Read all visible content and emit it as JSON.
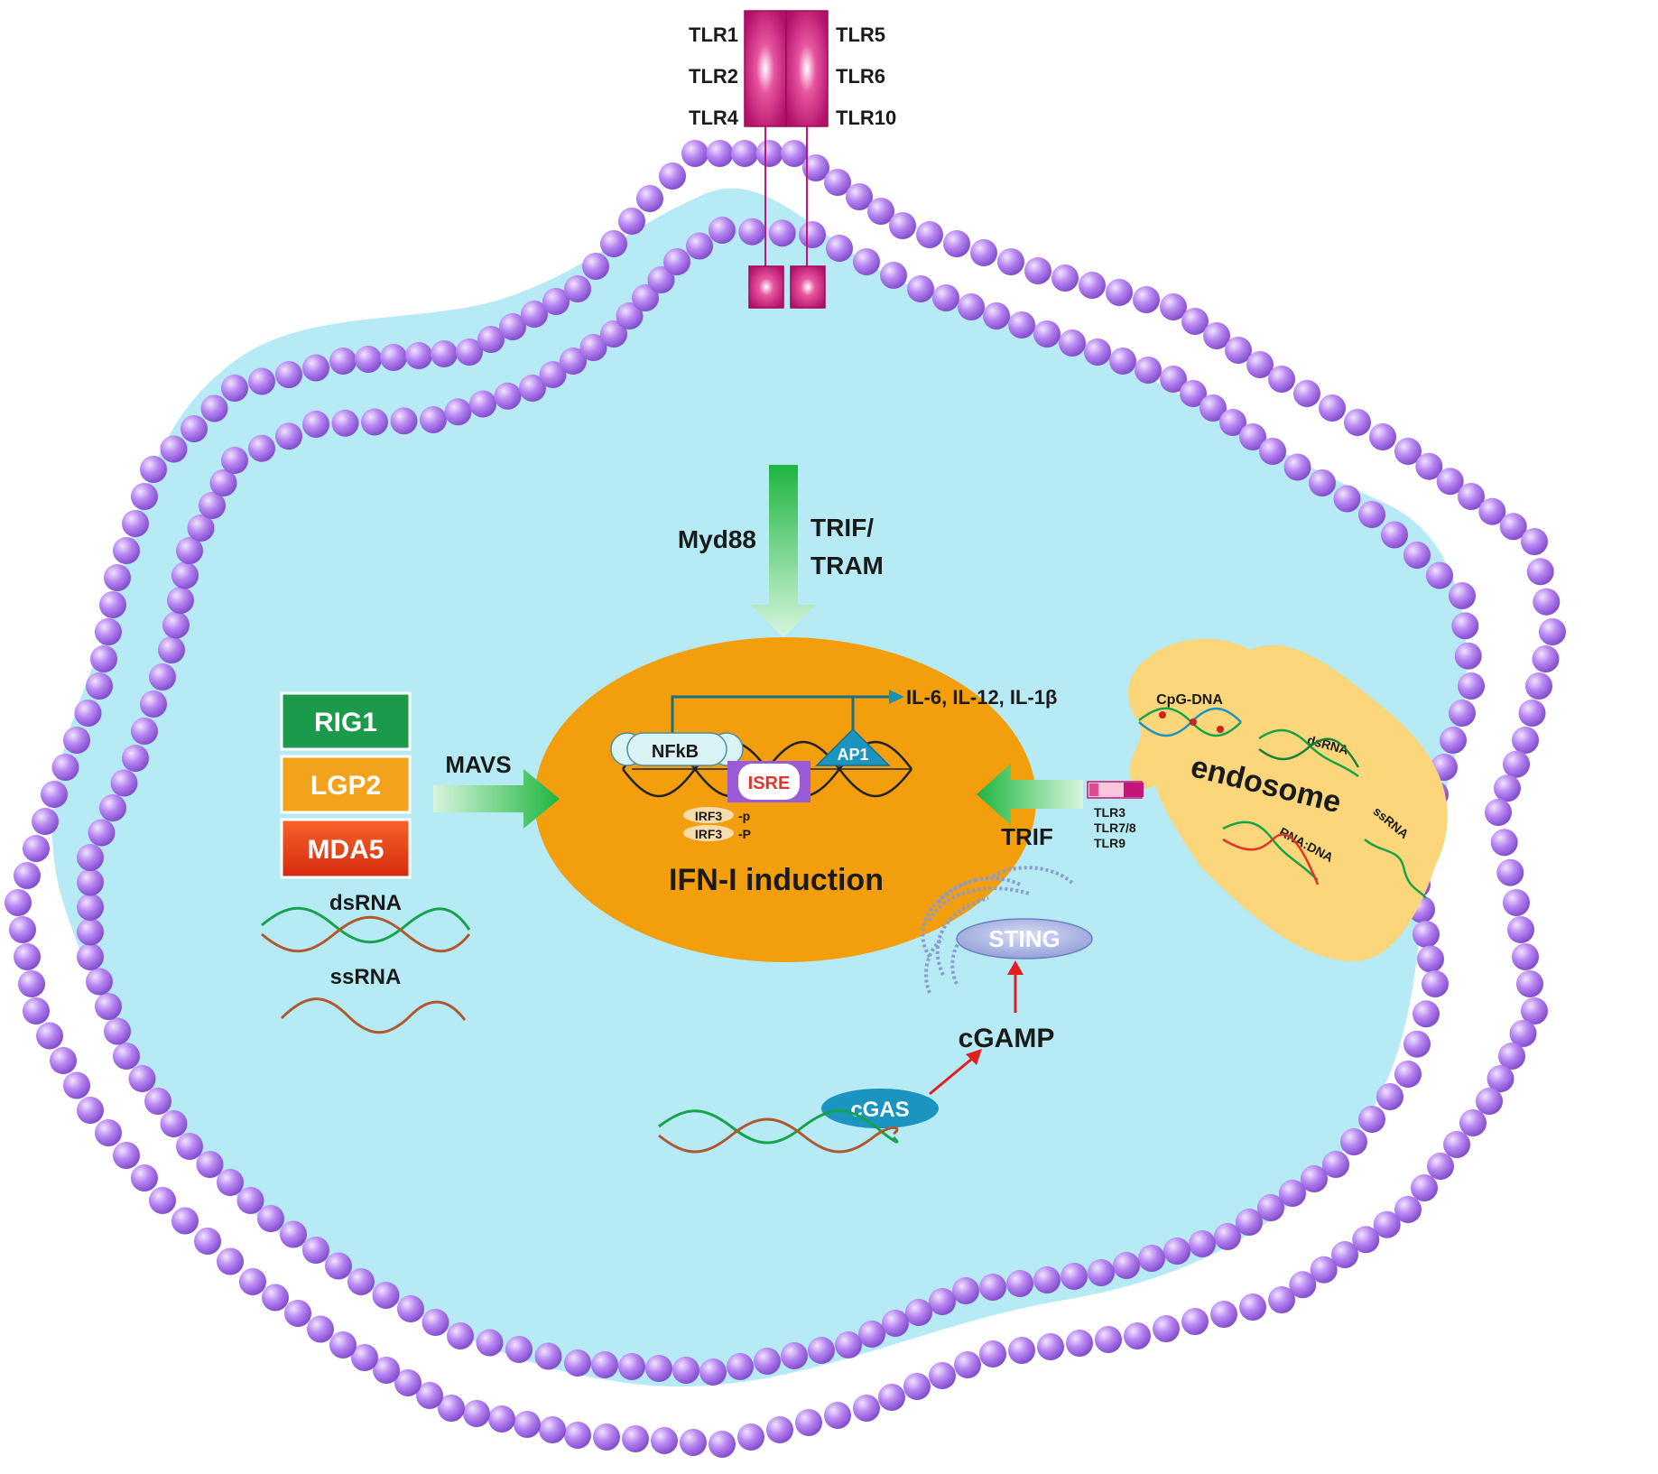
{
  "colors": {
    "cytoplasm": "#b6ebf5",
    "membrane_bead": "#b37cf0",
    "tlr": "#c4167a",
    "nucleus": "#f29e0d",
    "endosome": "#fbd67a",
    "arrow_green": "#2fc24a",
    "rig1": "#1a9a4a",
    "lgp2": "#f3a21c",
    "mda5": "#e8401c",
    "cgas": "#1b95c0",
    "sting": "#9aa6de",
    "red_arrow": "#e02020",
    "dna_strand_a": "#17a34a",
    "dna_strand_b": "#b0582e"
  },
  "tlr_surface": {
    "left": [
      "TLR1",
      "TLR2",
      "TLR4"
    ],
    "right": [
      "TLR5",
      "TLR6",
      "TLR10"
    ]
  },
  "adaptors": {
    "myd88": "Myd88",
    "trif_tram_line1": "TRIF/",
    "trif_tram_line2": "TRAM",
    "mavs": "MAVS",
    "trif": "TRIF"
  },
  "rlr": {
    "rig1": "RIG1",
    "lgp2": "LGP2",
    "mda5": "MDA5",
    "dsrna": "dsRNA",
    "ssrna": "ssRNA"
  },
  "nucleus": {
    "cytokines": "IL-6, IL-12, IL-1β",
    "nfkb": "NFkB",
    "ap1": "AP1",
    "isre": "ISRE",
    "irf3": "IRF3",
    "phospho_1": "-p",
    "phospho_2": "-P",
    "title": "IFN-I induction"
  },
  "endosome": {
    "title": "endosome",
    "cpg": "CpG-DNA",
    "dsrna": "dsRNA",
    "ssrna": "ssRNA",
    "rnadna": "RNA:DNA",
    "tlrs": [
      "TLR3",
      "TLR7/8",
      "TLR9"
    ]
  },
  "sting_pathway": {
    "sting": "STING",
    "cgamp": "cGAMP",
    "cgas": "cGAS"
  }
}
